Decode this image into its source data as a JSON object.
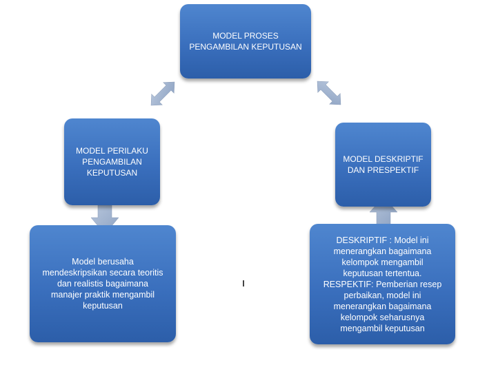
{
  "diagram": {
    "top": {
      "line1": "MODEL PROSES",
      "line2": "PENGAMBILAN KEPUTUSAN"
    },
    "left": {
      "line1": "MODEL PERILAKU",
      "line2": "PENGAMBILAN",
      "line3": "KEPUTUSAN"
    },
    "right": {
      "line1": "MODEL DESKRIPTIF",
      "line2": "DAN PRESPEKTIF"
    },
    "left_desc": {
      "line1": "Model berusaha",
      "line2": "mendeskripsikan secara teoritis",
      "line3": "dan realistis bagaimana",
      "line4": "manajer praktik mengambil",
      "line5": "keputusan"
    },
    "right_desc": {
      "line1": "DESKRIPTIF : Model ini",
      "line2": "menerangkan bagaimana",
      "line3": "kelompok mengambil",
      "line4": "keputusan tertentua.",
      "line5": "RESPEKTIF: Pemberian resep",
      "line6": "perbaikan, model ini",
      "line7": "menerangkan bagaimana",
      "line8": "kelompok seharusnya",
      "line9": "mengambil keputusan"
    },
    "colors": {
      "box_fill": "#3a6fbd",
      "arrow_fill": "#9fb3cf",
      "text": "#ffffff"
    }
  }
}
